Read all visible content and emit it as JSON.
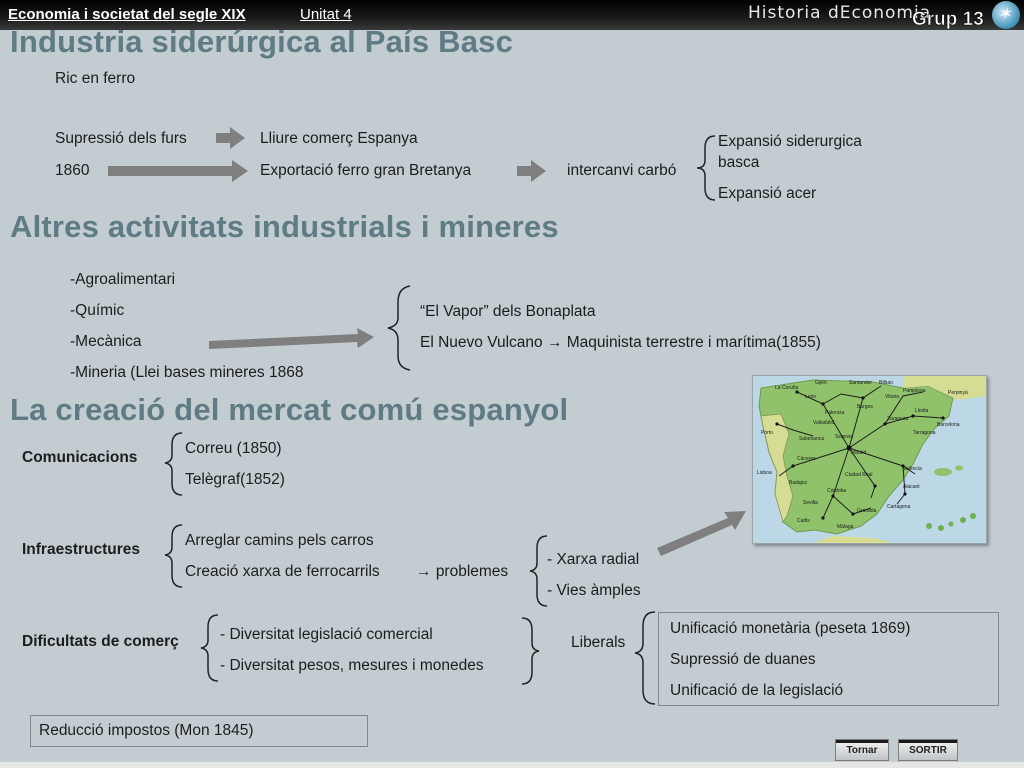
{
  "header": {
    "course": "Economia i societat del segle XIX",
    "unit": "Unitat 4",
    "decorative": "Historia  dEconomia",
    "group": "Grup 13"
  },
  "section1": {
    "title": "Industria siderúrgica al País Basc",
    "ric": "Ric en ferro",
    "supressio": "Supressió dels furs",
    "lliure": "Lliure comerç Espanya",
    "year": "1860",
    "exportacio": "Exportació ferro gran Bretanya",
    "intercanvi": "intercanvi carbó",
    "expansio1_line1": "Expansió siderurgica",
    "expansio1_line2": "basca",
    "expansio2": "Expansió acer"
  },
  "section2": {
    "title": "Altres activitats industrials i mineres",
    "items": [
      "-Agroalimentari",
      "-Químic",
      "-Mecànica",
      "-Mineria (Llei bases mineres 1868"
    ],
    "vapor": "“El Vapor” dels Bonaplata",
    "vulcano": "El Nuevo Vulcano",
    "maquinista": "Maquinista terrestre i marítima(1855)"
  },
  "section3": {
    "title": "La creació del mercat comú espanyol",
    "comunicacions": "Comunicacions",
    "correu": "Correu (1850)",
    "telegraf": "Telègraf(1852)",
    "infraestructures": "Infraestructures",
    "arreglar": "Arreglar camins pels carros",
    "creacio": "Creació xarxa de ferrocarrils",
    "problemes": "problemes",
    "xarxa": "- Xarxa radial",
    "vies": "- Vies àmples",
    "dificultats": "Dificultats de comerç",
    "diversitat1": "- Diversitat legislació comercial",
    "diversitat2": "- Diversitat pesos, mesures i monedes",
    "liberals": "Liberals",
    "unificacio1": "Unificació monetària (peseta 1869)",
    "supressio": "Supressió de duanes",
    "unificacio2": "Unificació de la legislació",
    "reduccio": "Reducció impostos (Mon 1845)"
  },
  "map": {
    "cities": [
      "La Coruña",
      "Gijón",
      "Santander",
      "Bilbao",
      "León",
      "Palencia",
      "Burgos",
      "Vitoria",
      "Pamplona",
      "Perpinyà",
      "Valladolid",
      "Zaragoza",
      "Lleida",
      "Barcelona",
      "Porto",
      "Salamanca",
      "Segovia",
      "Tarragona",
      "Madrid",
      "Lisboa",
      "Cáceres",
      "Ciudad Real",
      "València",
      "Badajoz",
      "Alacant",
      "Sevilla",
      "Córdoba",
      "Granada",
      "Màlaga",
      "Cartagena",
      "Cadis"
    ],
    "land_color": "#8fc26a",
    "portugal_color": "#d7dc94",
    "sea_color": "#bcd8e6"
  },
  "buttons": {
    "back": "Tornar",
    "exit": "SORTIR"
  },
  "colors": {
    "background": "#c2ccd1",
    "title": "#5f7b83",
    "arrow": "#7f7f7f"
  }
}
